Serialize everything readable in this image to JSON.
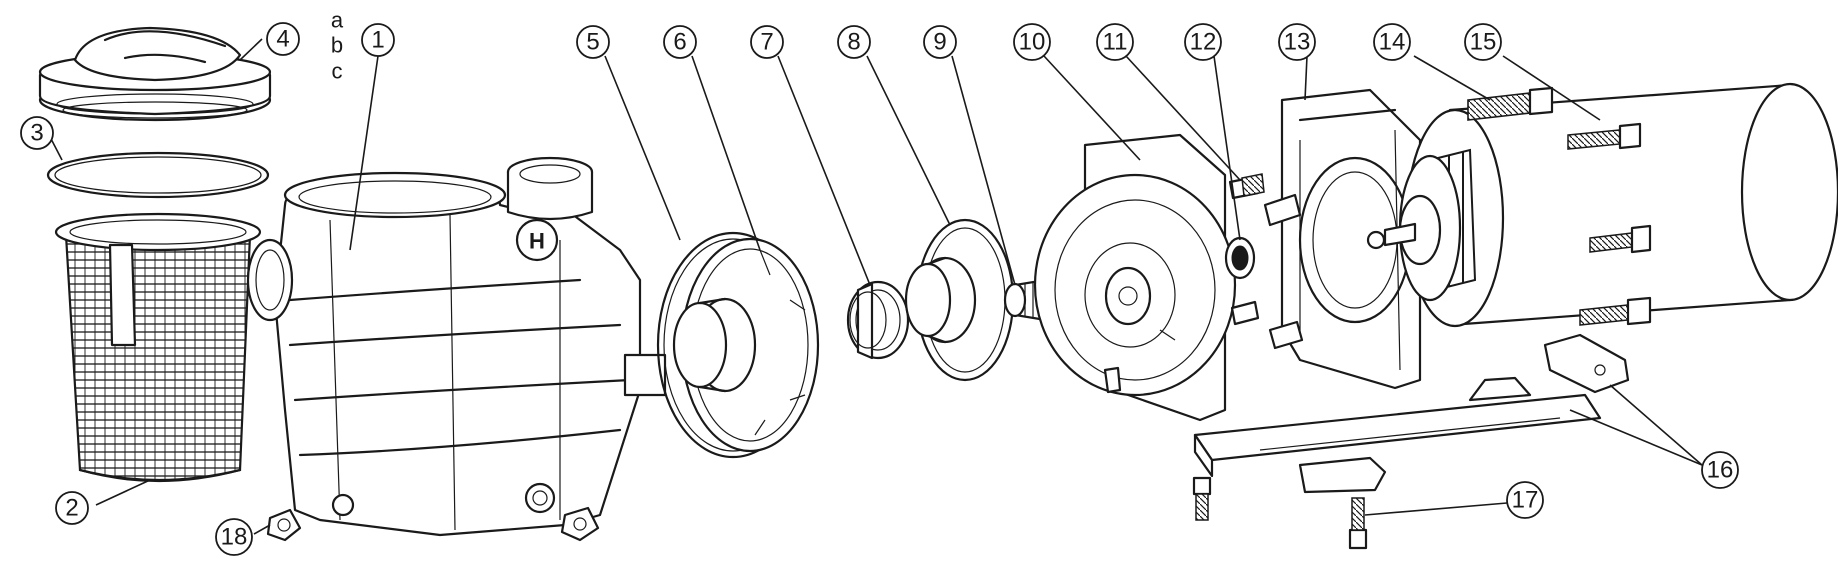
{
  "diagram": {
    "variant_labels": [
      "a",
      "b",
      "c"
    ],
    "callouts": [
      {
        "id": "c1",
        "label": "1"
      },
      {
        "id": "c2",
        "label": "2"
      },
      {
        "id": "c3",
        "label": "3"
      },
      {
        "id": "c4",
        "label": "4"
      },
      {
        "id": "c5",
        "label": "5"
      },
      {
        "id": "c6",
        "label": "6"
      },
      {
        "id": "c7",
        "label": "7"
      },
      {
        "id": "c8",
        "label": "8"
      },
      {
        "id": "c9",
        "label": "9"
      },
      {
        "id": "c10",
        "label": "10"
      },
      {
        "id": "c11",
        "label": "11"
      },
      {
        "id": "c12",
        "label": "12"
      },
      {
        "id": "c13",
        "label": "13"
      },
      {
        "id": "c14",
        "label": "14"
      },
      {
        "id": "c15",
        "label": "15"
      },
      {
        "id": "c16",
        "label": "16"
      },
      {
        "id": "c17",
        "label": "17"
      },
      {
        "id": "c18",
        "label": "18"
      }
    ],
    "logo_mark": "H",
    "colors": {
      "ink": "#1a1a1a",
      "paper": "#ffffff"
    }
  }
}
